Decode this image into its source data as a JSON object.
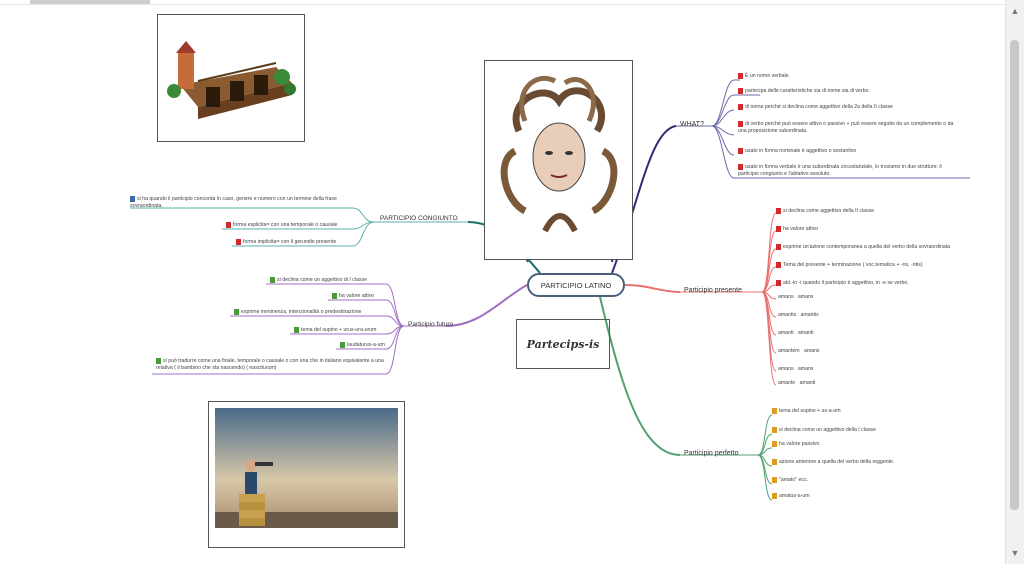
{
  "central": "PARTICIPIO LATINO",
  "image_caption": "Partecips-is",
  "branches": {
    "what": {
      "label": "WHAT?",
      "leaves": [
        "È un nome verbale.",
        "partecipa delle caratteristiche sia di nome sia di verbo.",
        "di nome perché si declina come aggettivo della 2a della II classe",
        "di verbo perché può essere attivo o passivo + può essere seguito da un complemento o da una proposizione subordinata.",
        "usato in forma nominale è aggettivo o sostantivo",
        "usato in forma verbale è una subordinata circostanziale, lo troviamo in due strutture: il participio congiunto e l'ablativo assoluto."
      ]
    },
    "presente": {
      "label": "Participio presente",
      "leaves": [
        "si declina come aggettivo della II classe",
        "ha valore attivo",
        "esprime un'azione contemporanea a quella del verbo della sovraordinata",
        "Tema del presente + terminazione ( voc.tematica + -ns, -ntis)",
        "abl.-in -i quando il participio è aggettivo, in -e se verbo."
      ],
      "declension": [
        [
          "amans",
          "amans"
        ],
        [
          "amantis",
          "amantis"
        ],
        [
          "amanti",
          "amanti"
        ],
        [
          "amantem",
          "amans"
        ],
        [
          "amans",
          "amans"
        ],
        [
          "amante",
          "amanti"
        ]
      ]
    },
    "perfetto": {
      "label": "Participio perfetto",
      "leaves": [
        "tema del supino + us-a-um",
        "si declina come un aggettivo della I classe",
        "ha valore passivo",
        "azione anteriore a quella del verbo della reggente.",
        "\"amato\" ecc.",
        "amatus-a-um"
      ]
    },
    "congiunto": {
      "label": "PARTICIPIO CONGIUNTO",
      "leaves": [
        "si ha quando il participio concorda in caso, genere e numero con un termine della frase sovraordinata.",
        "forma esplicita= con una temporale o causale",
        "forma implicita= con il gerundio presente"
      ]
    },
    "futuro": {
      "label": "Participio futuro",
      "leaves": [
        "si declina come un aggettivo di I classe",
        "ha valore attivo",
        "esprime imminenza, intenzionalità o predestinazione",
        "tema del supino + urus-ura-urum",
        "laudaturus-a-um",
        "si può tradurre come una finale, temporale o causale o con una che in italiano equivalente a una relativa ( il bambino che sta nascendo) ( nasciturum)"
      ]
    }
  },
  "colors": {
    "central_border": "#4a5f7a",
    "what": "#6a6aa8",
    "presente": "#e87070",
    "perfetto": "#52a070",
    "congiunto": "#5ab0b0",
    "futuro": "#a070c0",
    "flag_red": "#d22a2a",
    "flag_orange": "#e09a20",
    "flag_green": "#4a9a3a",
    "flag_blue": "#3a6aa8"
  },
  "icons": [
    "flag-icon",
    "scroll-up-icon",
    "scroll-down-icon"
  ]
}
